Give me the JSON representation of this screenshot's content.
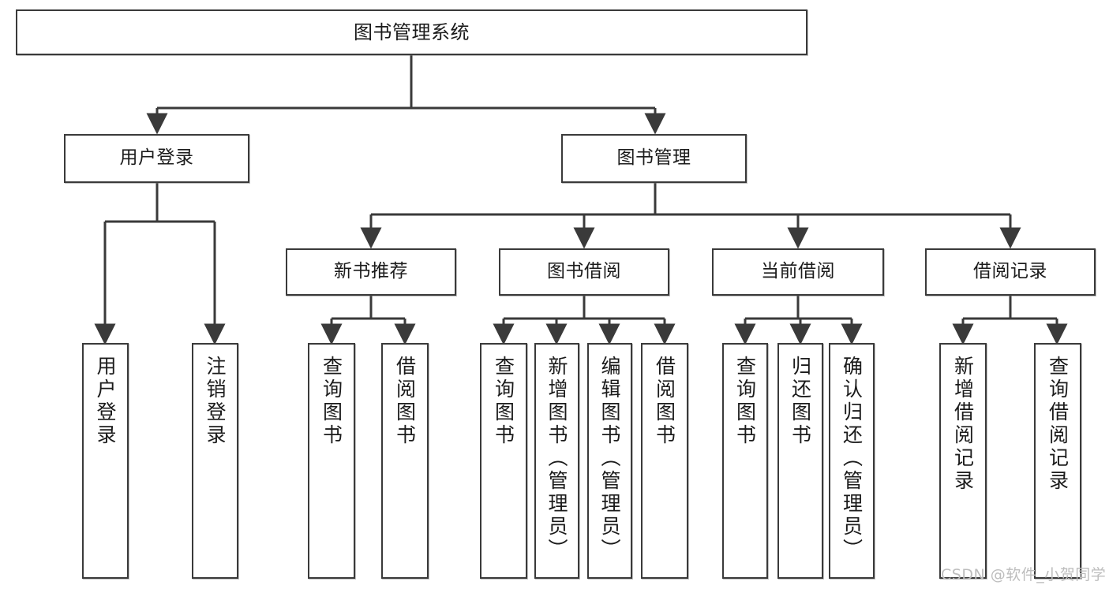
{
  "diagram": {
    "title": "图书管理系统",
    "type": "tree-hierarchy-chart",
    "watermark": "CSDN @软件_小贺同学",
    "colors": {
      "box_border": "#3a3a3a",
      "box_fill": "#ffffff",
      "edge": "#3a3a3a",
      "text": "#1b1b1b",
      "watermark": "#bdbdbd",
      "background": "#ffffff"
    },
    "nodes": {
      "root": {
        "label": "图书管理系统"
      },
      "level2": [
        {
          "id": "user-login",
          "label": "用户登录"
        },
        {
          "id": "book-manage",
          "label": "图书管理"
        }
      ],
      "level3": [
        {
          "id": "new-book-recommend",
          "label": "新书推荐"
        },
        {
          "id": "book-borrow",
          "label": "图书借阅"
        },
        {
          "id": "current-borrow",
          "label": "当前借阅"
        },
        {
          "id": "borrow-record",
          "label": "借阅记录"
        }
      ],
      "leaves": [
        {
          "id": "leaf-user-login",
          "label": "用户登录",
          "parent": "user-login"
        },
        {
          "id": "leaf-logout-login",
          "label": "注销登录",
          "parent": "user-login"
        },
        {
          "id": "leaf-query-book-1",
          "label": "查询图书",
          "parent": "new-book-recommend"
        },
        {
          "id": "leaf-borrow-book-1",
          "label": "借阅图书",
          "parent": "new-book-recommend"
        },
        {
          "id": "leaf-query-book-2",
          "label": "查询图书",
          "parent": "book-borrow"
        },
        {
          "id": "leaf-add-book",
          "label": "新增图书（管理员）",
          "parent": "book-borrow"
        },
        {
          "id": "leaf-edit-book",
          "label": "编辑图书（管理员）",
          "parent": "book-borrow"
        },
        {
          "id": "leaf-borrow-book-2",
          "label": "借阅图书",
          "parent": "book-borrow"
        },
        {
          "id": "leaf-query-book-3",
          "label": "查询图书",
          "parent": "current-borrow"
        },
        {
          "id": "leaf-return-book",
          "label": "归还图书",
          "parent": "current-borrow"
        },
        {
          "id": "leaf-confirm-return",
          "label": "确认归还（管理员）",
          "parent": "current-borrow"
        },
        {
          "id": "leaf-add-record",
          "label": "新增借阅记录",
          "parent": "borrow-record"
        },
        {
          "id": "leaf-query-record",
          "label": "查询借阅记录",
          "parent": "borrow-record"
        }
      ]
    }
  }
}
